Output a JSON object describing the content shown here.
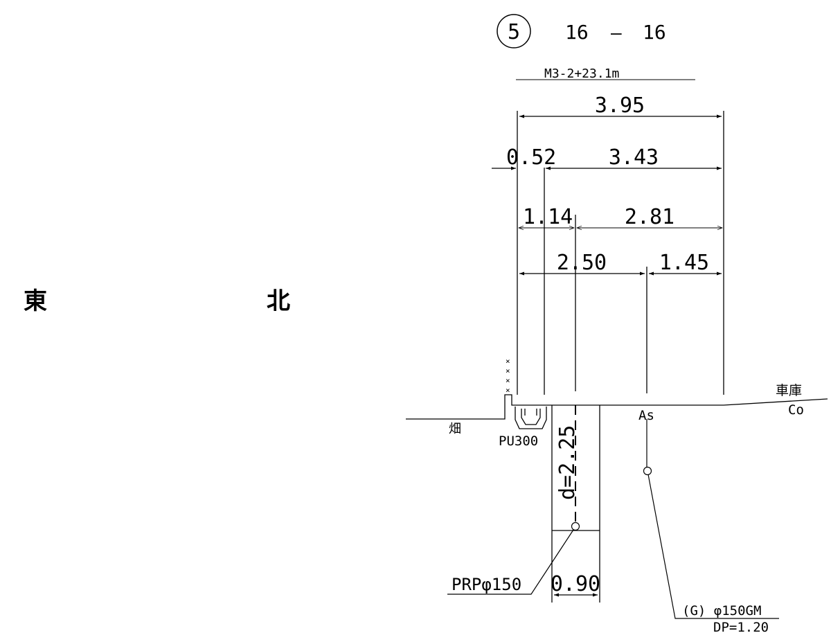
{
  "section": {
    "number": "5",
    "from": "16",
    "sep": "—",
    "to": "16",
    "station": "M3-2+23.1m"
  },
  "directions": {
    "left": "東",
    "right": "北"
  },
  "dimensions": {
    "total_width": "3.95",
    "left_offset_1": "0.52",
    "right_span_1": "3.43",
    "left_offset_2": "1.14",
    "right_span_2": "2.81",
    "left_offset_3": "2.50",
    "right_span_3": "1.45",
    "trench_width": "0.90",
    "depth": "d=2.25"
  },
  "labels": {
    "field": "畑",
    "gutter": "PU300",
    "garage": "車庫",
    "concrete": "Co",
    "asphalt": "As",
    "sewer_pipe": "PRPφ150",
    "gas_pipe": "(G)  φ150GM",
    "gas_depth": "DP=1.20"
  }
}
